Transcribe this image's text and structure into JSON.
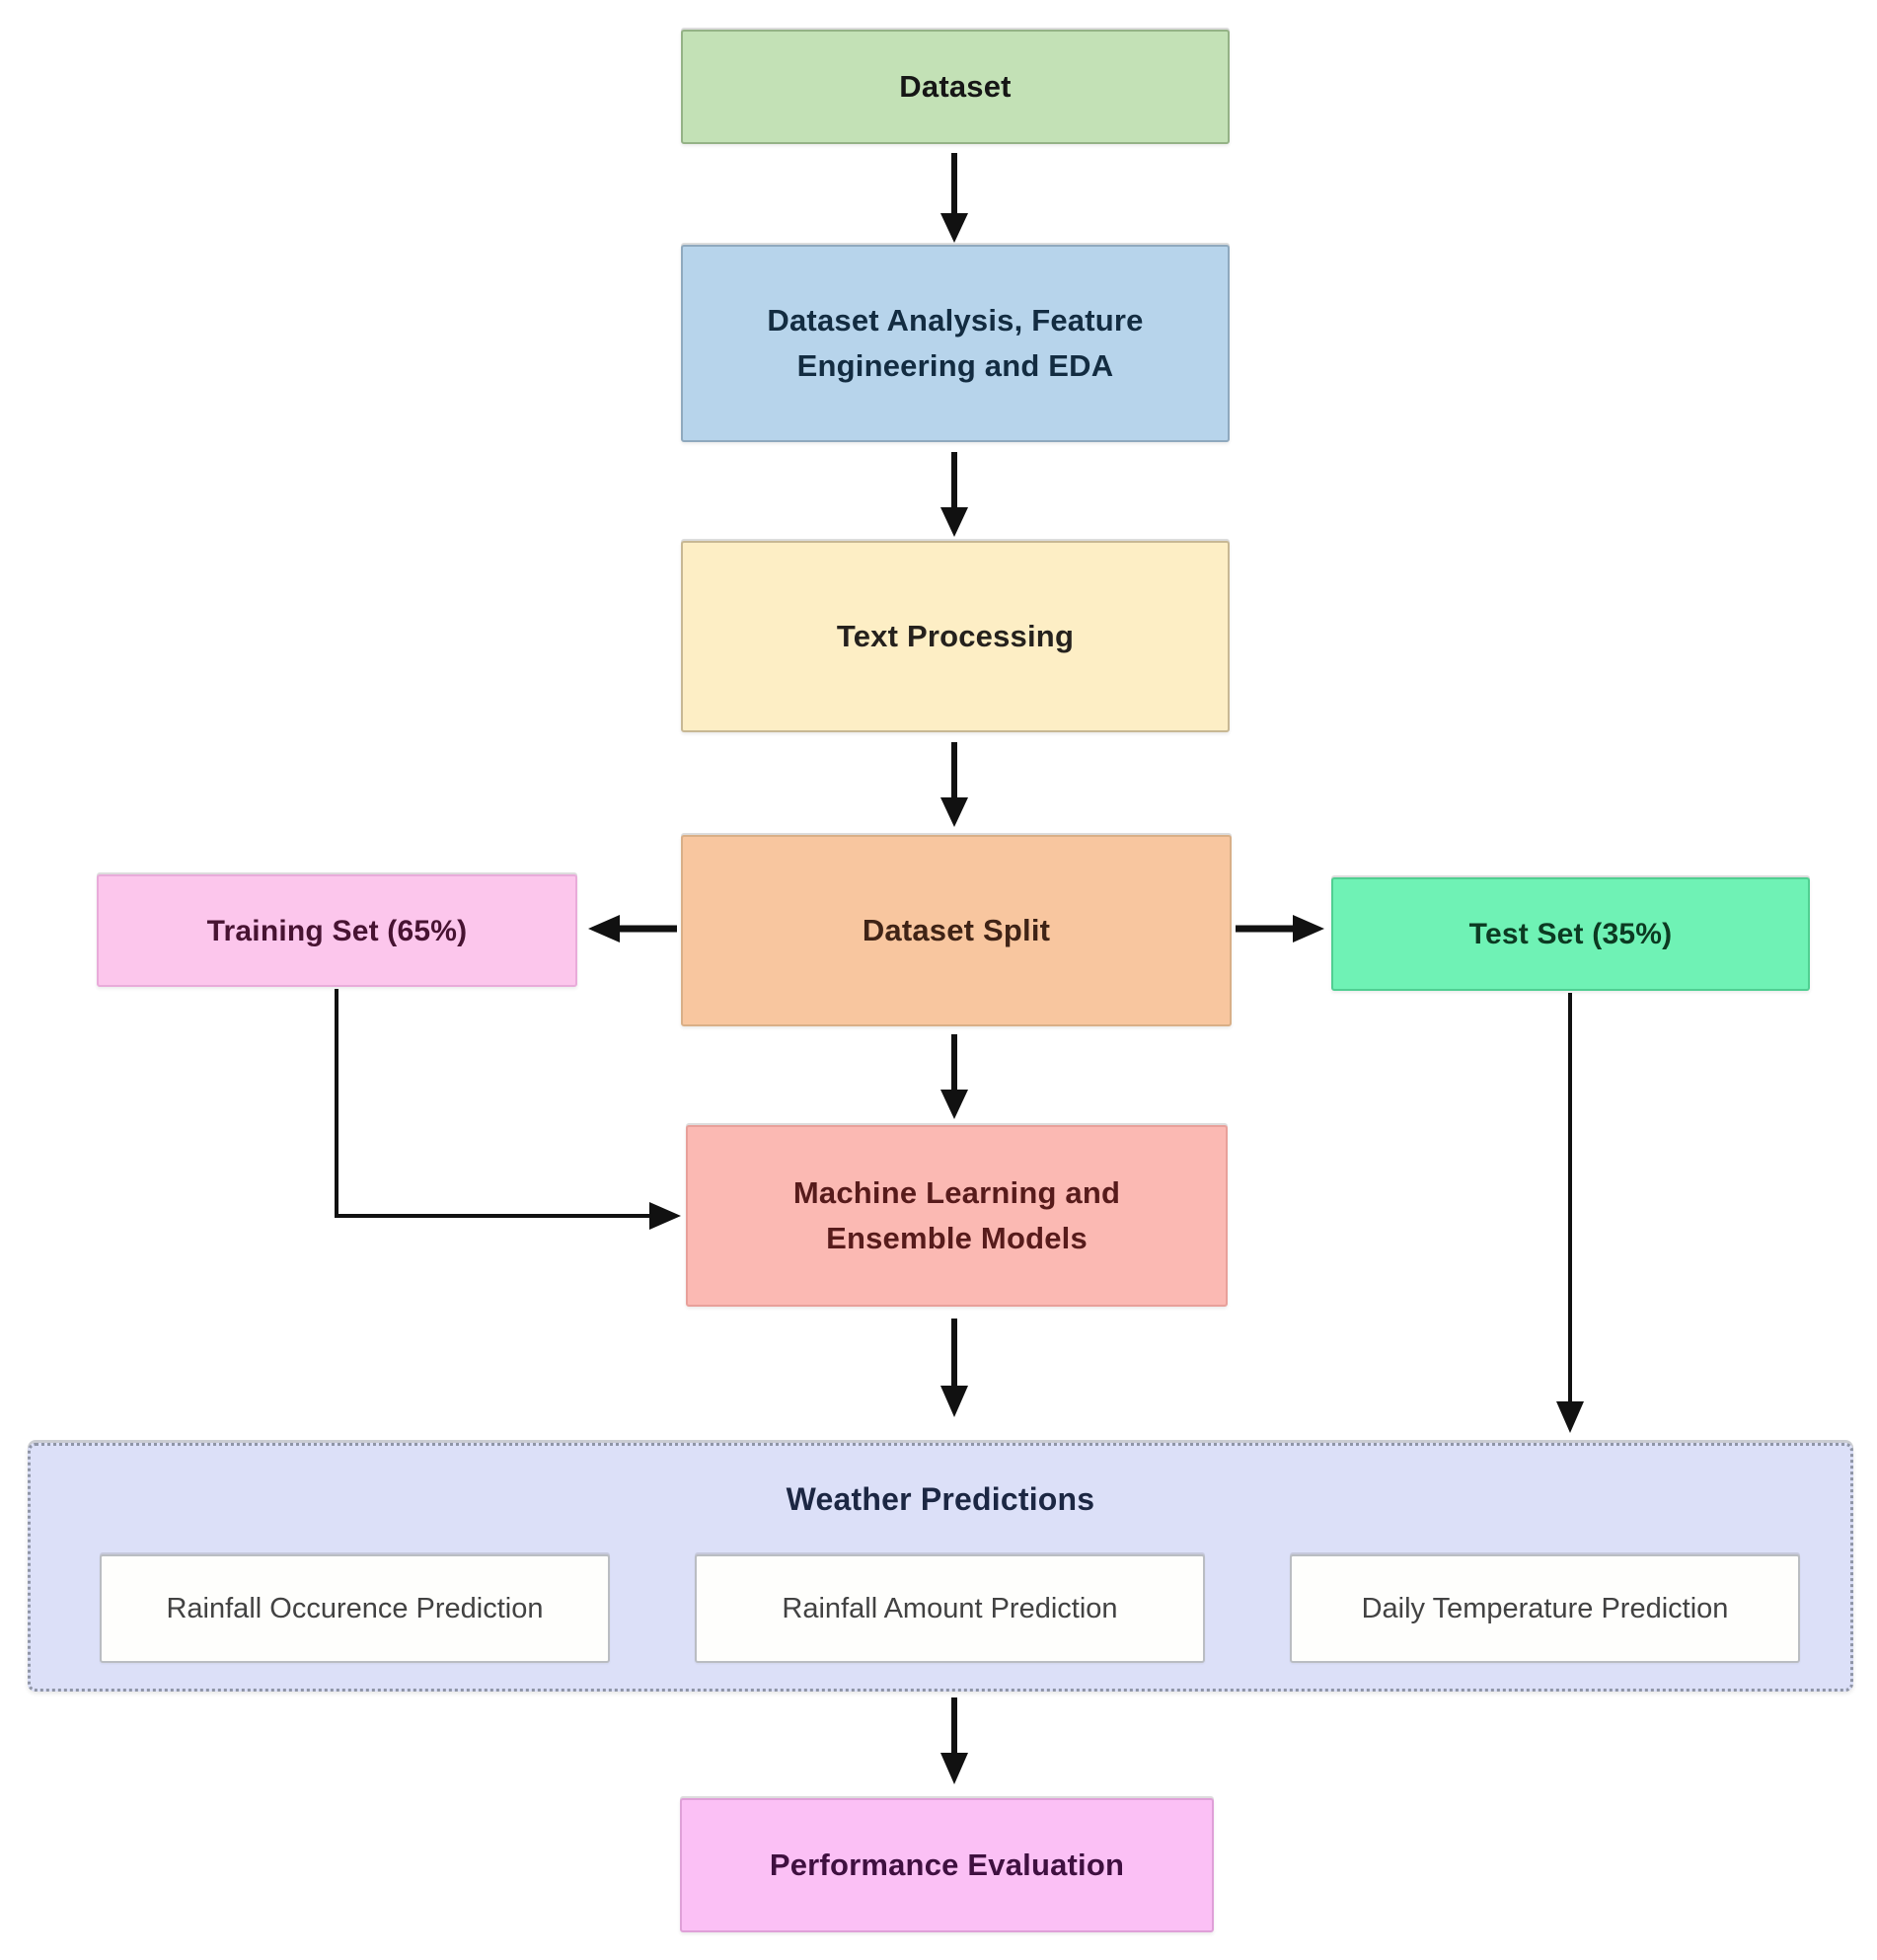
{
  "diagram": {
    "description": "Weather prediction machine learning workflow flowchart",
    "background": "#ffffff",
    "arrow_color": "#111111"
  },
  "nodes": {
    "dataset": {
      "label": "Dataset",
      "fill": "#c3e1b6",
      "border": "#94b286",
      "text_color": "#161616"
    },
    "analysis": {
      "label": "Dataset Analysis, Feature\nEngineering and EDA",
      "fill": "#b7d4eb",
      "border": "#8fa9be",
      "text_color": "#132c41"
    },
    "text_processing": {
      "label": "Text Processing",
      "fill": "#fdeec5",
      "border": "#c8b894",
      "text_color": "#25211d"
    },
    "dataset_split": {
      "label": "Dataset Split",
      "fill": "#f8c69f",
      "border": "#d9af87",
      "text_color": "#3f2316"
    },
    "training_set": {
      "label": "Training Set (65%)",
      "fill": "#fcc6ec",
      "border": "#e9abda",
      "text_color": "#471332"
    },
    "test_set": {
      "label": "Test Set (35%)",
      "fill": "#6ff2b5",
      "border": "#50cf92",
      "text_color": "#0c3a22"
    },
    "ml_models": {
      "label": "Machine Learning and\nEnsemble Models",
      "fill": "#fbb9b3",
      "border": "#e8a09a",
      "text_color": "#571b1b"
    },
    "weather_predictions": {
      "label": "Weather Predictions",
      "fill": "#dce0f8",
      "border": "#8f95a6",
      "text_color": "#1c2743"
    },
    "rainfall_occurence": {
      "label": "Rainfall Occurence Prediction",
      "fill": "#fefefc",
      "border": "#babdc2",
      "text_color": "#424242"
    },
    "rainfall_amount": {
      "label": "Rainfall Amount Prediction",
      "fill": "#fefefc",
      "border": "#babdc2",
      "text_color": "#424242"
    },
    "daily_temperature": {
      "label": "Daily Temperature Prediction",
      "fill": "#fefefc",
      "border": "#babdc2",
      "text_color": "#424242"
    },
    "performance": {
      "label": "Performance Evaluation",
      "fill": "#fbc0f5",
      "border": "#dfa0d8",
      "text_color": "#3f1040"
    }
  },
  "edges": [
    {
      "from": "dataset",
      "to": "analysis"
    },
    {
      "from": "analysis",
      "to": "text_processing"
    },
    {
      "from": "text_processing",
      "to": "dataset_split"
    },
    {
      "from": "dataset_split",
      "to": "training_set"
    },
    {
      "from": "dataset_split",
      "to": "test_set"
    },
    {
      "from": "dataset_split",
      "to": "ml_models"
    },
    {
      "from": "training_set",
      "to": "ml_models"
    },
    {
      "from": "ml_models",
      "to": "weather_predictions"
    },
    {
      "from": "test_set",
      "to": "weather_predictions"
    },
    {
      "from": "weather_predictions",
      "to": "performance"
    }
  ]
}
